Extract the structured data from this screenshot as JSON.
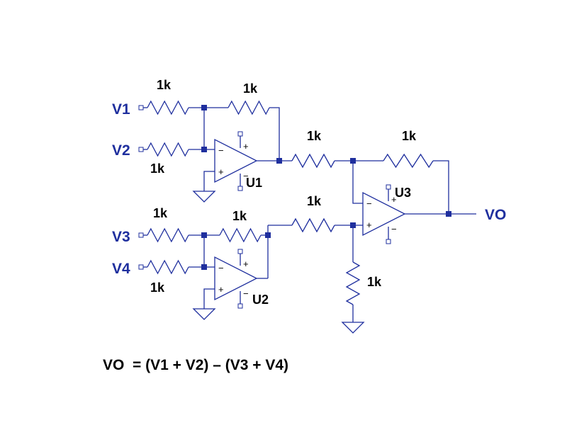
{
  "diagram": {
    "inputs": [
      "V1",
      "V2",
      "V3",
      "V4"
    ],
    "output": "VO",
    "amplifiers": [
      "U1",
      "U2",
      "U3"
    ],
    "resistors": {
      "r_v1": "1k",
      "r_u1_fb": "1k",
      "r_v2": "1k",
      "r_v3": "1k",
      "r_u2_fb": "1k",
      "r_v4": "1k",
      "r_u1_out": "1k",
      "r_u3_fb": "1k",
      "r_u2_out": "1k",
      "r_gnd": "1k"
    },
    "equation": "VO  = (V1 + V2) – (V3 + V4)"
  },
  "colors": {
    "wire": "#1f2f9e",
    "text": "#000000",
    "background": "#ffffff"
  },
  "icons": [
    "resistor-icon",
    "opamp-icon",
    "ground-icon",
    "port-icon",
    "junction-icon"
  ]
}
